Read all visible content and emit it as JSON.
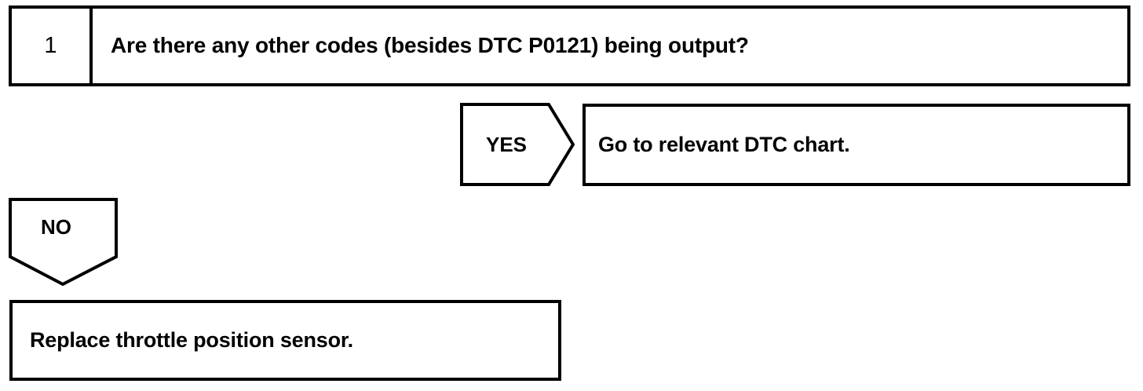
{
  "diagram": {
    "type": "troubleshooting-flowchart",
    "line_color": "#000000",
    "background_color": "#ffffff",
    "text_color": "#000000"
  },
  "step": {
    "number": "1",
    "question": "Are there any other codes (besides DTC P0121) being output?"
  },
  "branches": {
    "yes": {
      "label": "YES",
      "direction": "right",
      "result": "Go to relevant DTC chart."
    },
    "no": {
      "label": "NO",
      "direction": "down",
      "result": "Replace throttle position sensor."
    }
  }
}
